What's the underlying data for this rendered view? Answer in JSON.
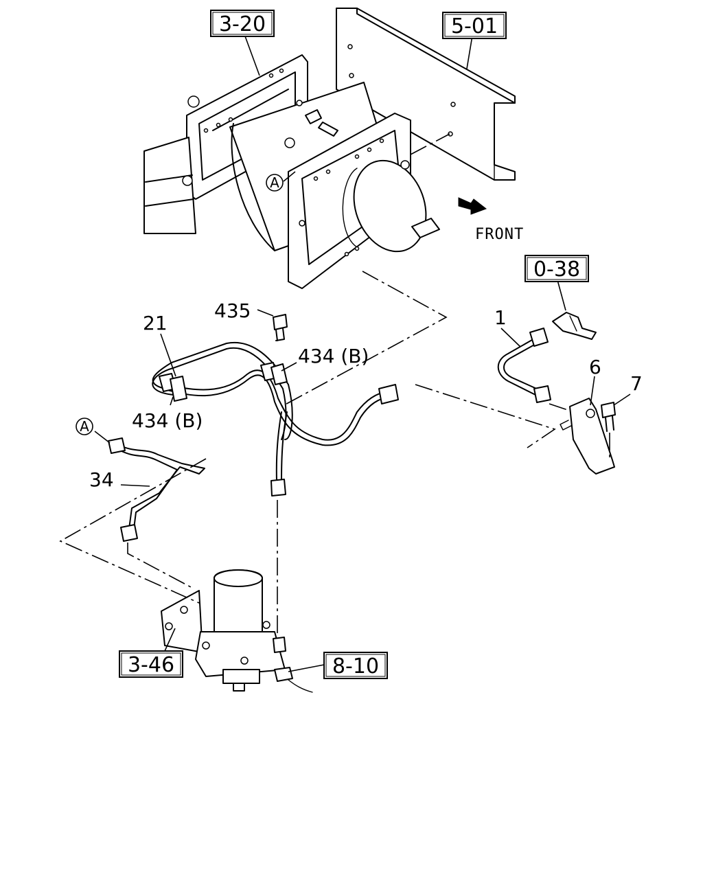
{
  "diagram": {
    "orientation_label": "FRONT",
    "reference_boxes": [
      "3-20",
      "5-01",
      "0-38",
      "3-46",
      "8-10"
    ],
    "part_numbers": [
      "435",
      "21",
      "434 (B)",
      "434 (B)",
      "1",
      "6",
      "7",
      "34"
    ],
    "connection_markers": [
      "A",
      "A"
    ]
  }
}
